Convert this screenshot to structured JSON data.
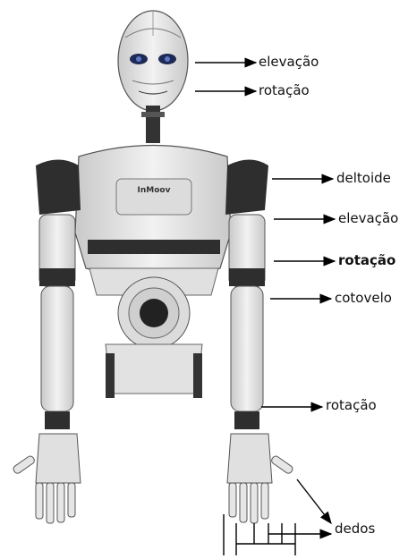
{
  "labels": {
    "head_elevation": "elevação",
    "head_rotation": "rotação",
    "deltoid": "deltoide",
    "arm_elevation": "elevação",
    "arm_rotation": "rotação",
    "elbow": "cotovelo",
    "wrist_rotation": "rotação",
    "fingers": "dedos"
  },
  "chest_logo": "InMoov",
  "colors": {
    "robot_body": "#e6e6e6",
    "robot_dark": "#2b2b2b",
    "outline": "#555555",
    "arrow": "#000000",
    "eyes": "#2c3f8a"
  }
}
